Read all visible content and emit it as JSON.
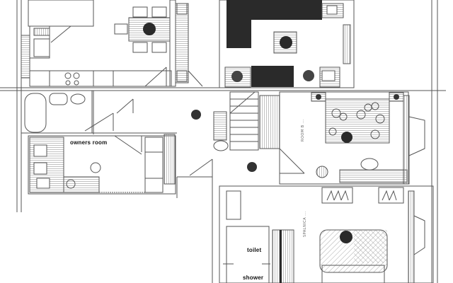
{
  "drawing": {
    "type": "floor plan sketch",
    "background": "#ffffff",
    "line_color": "#555555",
    "dark_fill": "#2a2a2a"
  },
  "rooms": {
    "owners_room": {
      "label": "owners room"
    },
    "toilet": {
      "label": "toilet"
    },
    "shower": {
      "label": "shower"
    },
    "bedroom_upper_right": {
      "label": "ROOM B  ...",
      "note": "handwritten, rotated, illegible"
    },
    "bedroom_lower_right": {
      "label": "SPALNICA ...",
      "note": "handwritten, rotated, illegible"
    }
  }
}
